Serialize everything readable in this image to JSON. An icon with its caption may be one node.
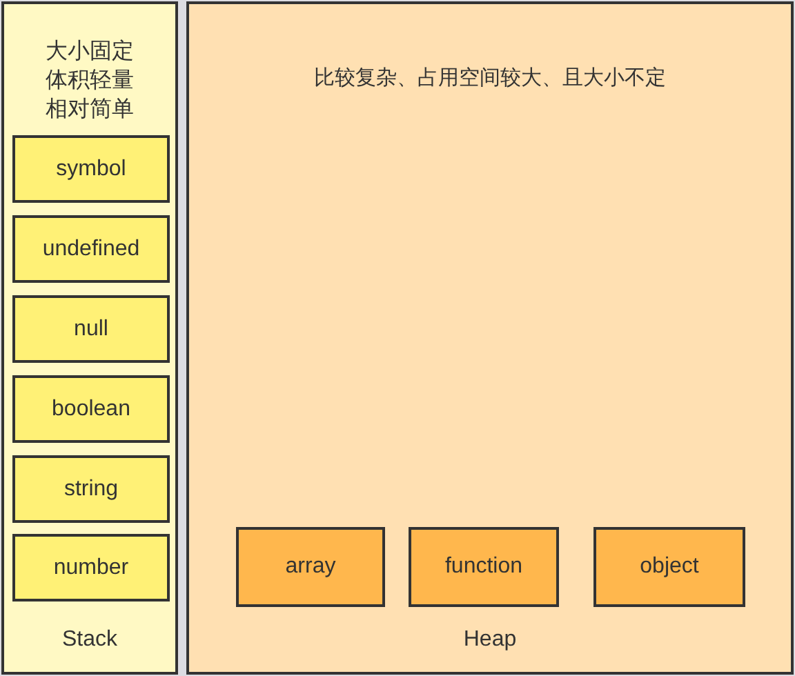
{
  "diagram": {
    "nodes": [
      {
        "text": [
          "大小固定体积轻量相对简单",
          "Stack"
        ]
      },
      {
        "text": [
          "symbol"
        ],
        "in": 0
      },
      {
        "text": [
          "undefined"
        ],
        "in": 0
      },
      {
        "text": [
          "null"
        ],
        "in": 0
      },
      {
        "text": [
          "boolean"
        ],
        "in": 0
      },
      {
        "text": [
          "string"
        ],
        "in": 0
      },
      {
        "text": [
          "number"
        ],
        "in": 0
      },
      {
        "text": [
          "比较复杂、占用空间较大、且大小不定",
          "Heap"
        ]
      },
      {
        "text": [
          "array"
        ],
        "in": 7
      },
      {
        "text": [
          "function"
        ],
        "in": 7
      },
      {
        "text": [
          "object"
        ],
        "in": 7
      }
    ]
  }
}
